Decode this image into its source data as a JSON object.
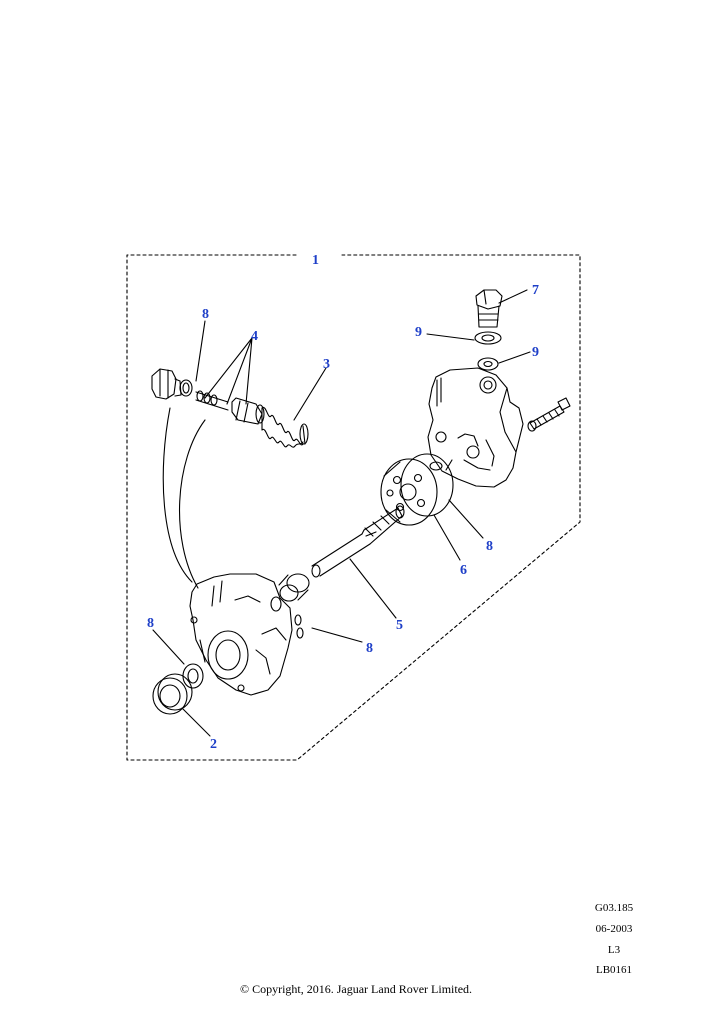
{
  "callouts": {
    "c1": "1",
    "c2": "2",
    "c3": "3",
    "c4": "4",
    "c5": "5",
    "c6": "6",
    "c7": "7",
    "c8a": "8",
    "c8b": "8",
    "c8c": "8",
    "c8d": "8",
    "c9a": "9",
    "c9b": "9"
  },
  "meta": {
    "drawing_ref": "G03.185",
    "date": "06-2003",
    "level": "L3",
    "code": "LB0161"
  },
  "copyright": "© Copyright, 2016. Jaguar Land Rover Limited.",
  "colors": {
    "callout": "#1e3fc8",
    "line": "#000000"
  }
}
